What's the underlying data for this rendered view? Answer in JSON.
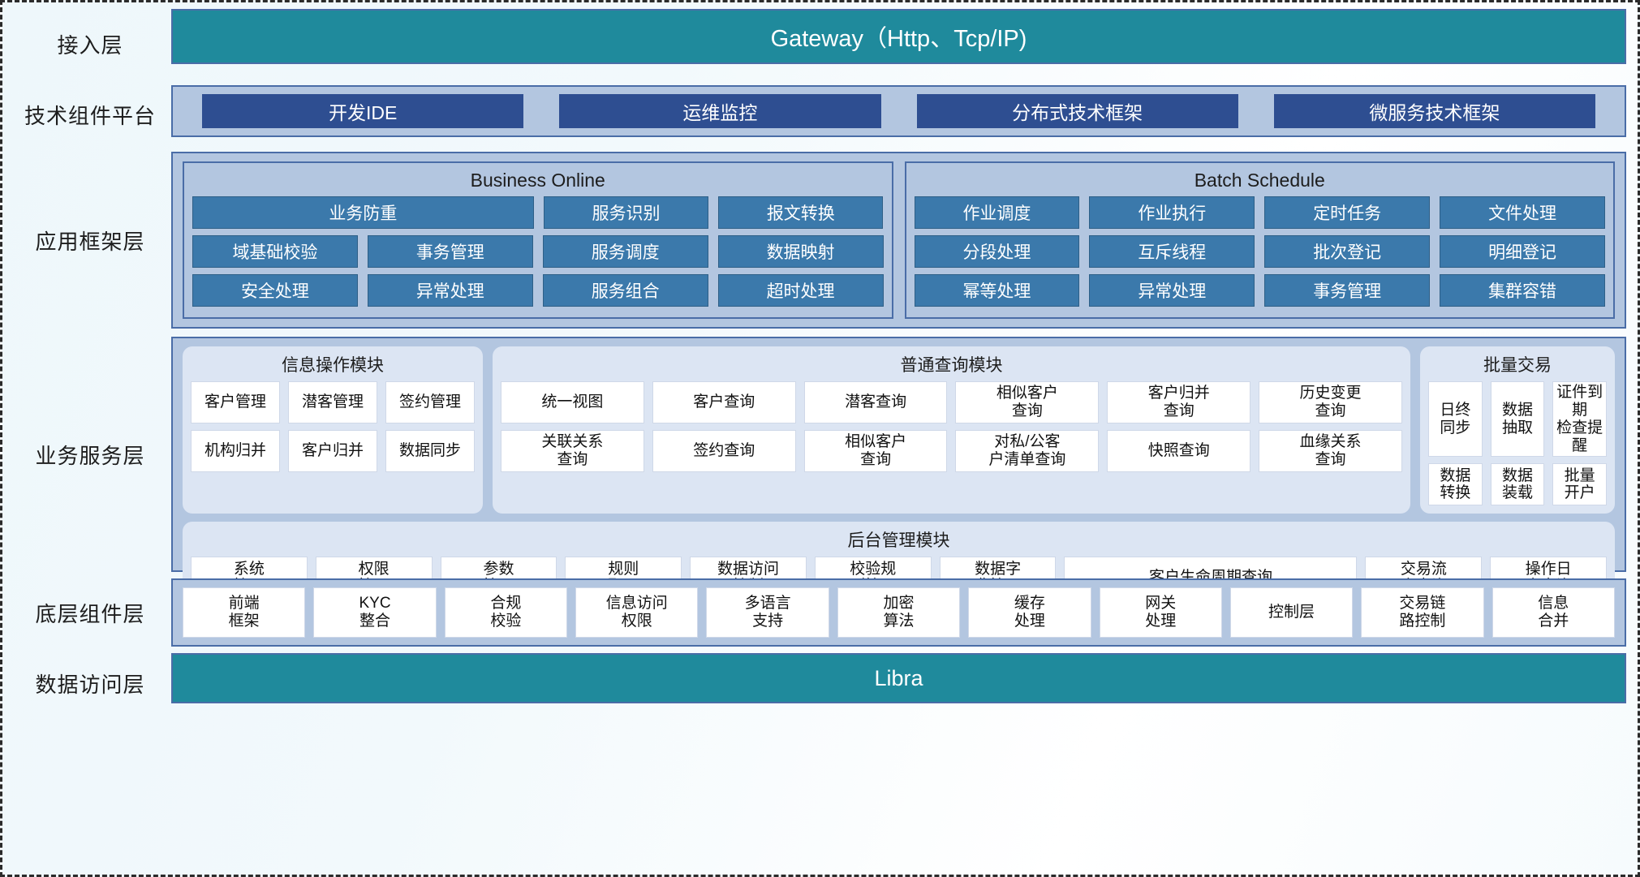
{
  "layers": [
    {
      "id": "access",
      "label": "接入层"
    },
    {
      "id": "tech",
      "label": "技术组件平台"
    },
    {
      "id": "appfw",
      "label": "应用框架层"
    },
    {
      "id": "biz",
      "label": "业务服务层"
    },
    {
      "id": "comp",
      "label": "底层组件层"
    },
    {
      "id": "data",
      "label": "数据访问层"
    }
  ],
  "gateway": {
    "title": "Gateway（Http、Tcp/IP)"
  },
  "data_access": {
    "title": "Libra"
  },
  "tech_platform": {
    "chips": [
      {
        "label": "开发IDE"
      },
      {
        "label": "运维监控"
      },
      {
        "label": "分布式技术框架"
      },
      {
        "label": "微服务技术框架"
      }
    ]
  },
  "app_framework": {
    "groups": [
      {
        "title": "Business Online",
        "rows": [
          [
            {
              "label": "业务防重",
              "span": 2
            },
            {
              "label": "服务识别"
            },
            {
              "label": "报文转换"
            }
          ],
          [
            {
              "label": "域基础校验"
            },
            {
              "label": "事务管理"
            },
            {
              "label": "服务调度"
            },
            {
              "label": "数据映射"
            }
          ],
          [
            {
              "label": "安全处理"
            },
            {
              "label": "异常处理"
            },
            {
              "label": "服务组合"
            },
            {
              "label": "超时处理"
            }
          ]
        ]
      },
      {
        "title": "Batch Schedule",
        "rows": [
          [
            {
              "label": "作业调度"
            },
            {
              "label": "作业执行"
            },
            {
              "label": "定时任务"
            },
            {
              "label": "文件处理"
            }
          ],
          [
            {
              "label": "分段处理"
            },
            {
              "label": "互斥线程"
            },
            {
              "label": "批次登记"
            },
            {
              "label": "明细登记"
            }
          ],
          [
            {
              "label": "幂等处理"
            },
            {
              "label": "异常处理"
            },
            {
              "label": "事务管理"
            },
            {
              "label": "集群容错"
            }
          ]
        ]
      }
    ]
  },
  "business_service": {
    "modules": [
      {
        "title": "信息操作模块",
        "size": "m1",
        "rows": [
          [
            {
              "label": "客户管理"
            },
            {
              "label": "潜客管理"
            },
            {
              "label": "签约管理"
            }
          ],
          [
            {
              "label": "机构归并"
            },
            {
              "label": "客户归并"
            },
            {
              "label": "数据同步"
            }
          ]
        ]
      },
      {
        "title": "普通查询模块",
        "size": "m2",
        "rows": [
          [
            {
              "label": "统一视图"
            },
            {
              "label": "客户查询"
            },
            {
              "label": "潜客查询"
            },
            {
              "label": "相似客户\n查询"
            },
            {
              "label": "客户归并\n查询"
            },
            {
              "label": "历史变更\n查询"
            }
          ],
          [
            {
              "label": "关联关系\n查询"
            },
            {
              "label": "签约查询"
            },
            {
              "label": "相似客户\n查询"
            },
            {
              "label": "对私/公客\n户清单查询"
            },
            {
              "label": "快照查询"
            },
            {
              "label": "血缘关系\n查询"
            }
          ]
        ]
      },
      {
        "title": "批量交易",
        "size": "m3",
        "rows": [
          [
            {
              "label": "日终\n同步"
            },
            {
              "label": "数据\n抽取"
            },
            {
              "label": "证件到期\n检查提醒"
            }
          ],
          [
            {
              "label": "数据\n转换"
            },
            {
              "label": "数据\n装载"
            },
            {
              "label": "批量\n开户"
            }
          ]
        ]
      }
    ],
    "backend_module": {
      "title": "后台管理模块",
      "cells": [
        {
          "label": "系统\n管理"
        },
        {
          "label": "权限\n管理"
        },
        {
          "label": "参数\n管理"
        },
        {
          "label": "规则\n配置"
        },
        {
          "label": "数据访问\n控制"
        },
        {
          "label": "校验规\n则管理"
        },
        {
          "label": "数据字\n典管理"
        },
        {
          "label": "客户生命周期查询",
          "wide": true
        },
        {
          "label": "交易流\n水查询"
        },
        {
          "label": "操作日\n志查询"
        }
      ]
    }
  },
  "component_layer": {
    "cells": [
      {
        "label": "前端\n框架"
      },
      {
        "label": "KYC\n整合"
      },
      {
        "label": "合规\n校验"
      },
      {
        "label": "信息访问\n权限"
      },
      {
        "label": "多语言\n支持"
      },
      {
        "label": "加密\n算法"
      },
      {
        "label": "缓存\n处理"
      },
      {
        "label": "网关\n处理"
      },
      {
        "label": "控制层"
      },
      {
        "label": "交易链\n路控制"
      },
      {
        "label": "信息\n合并"
      }
    ]
  },
  "colors": {
    "banner": "#1f8a9c",
    "band": "#b3c6e0",
    "chip": "#2e4e91",
    "fw_cell": "#3b79ab",
    "module_bg": "#dce5f3",
    "border": "#4a6da7"
  }
}
